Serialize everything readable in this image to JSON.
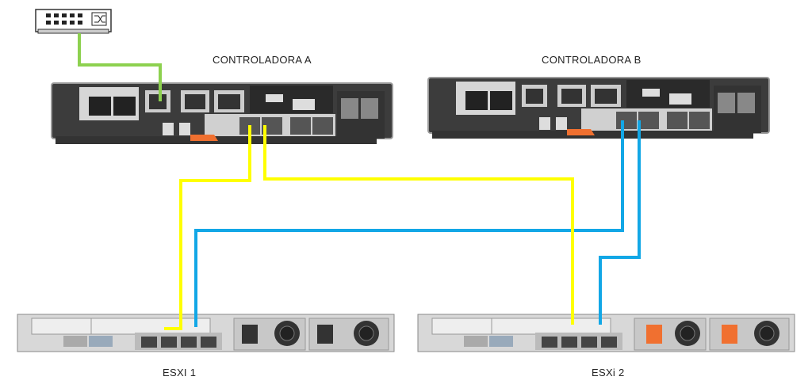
{
  "labels": {
    "controller_a": "CONTROLADORA A",
    "controller_b": "CONTROLADORA B",
    "host_1": "ESXI 1",
    "host_2": "ESXi 2"
  },
  "colors": {
    "management_cable": "#8dd14f",
    "cable_controller_a": "#ffff00",
    "cable_controller_b": "#12a7e6",
    "chassis": "#4a4a4a",
    "server_chassis": "#d8d8d8",
    "latch": "#f07030"
  },
  "icons": [
    "network-switch-icon"
  ]
}
